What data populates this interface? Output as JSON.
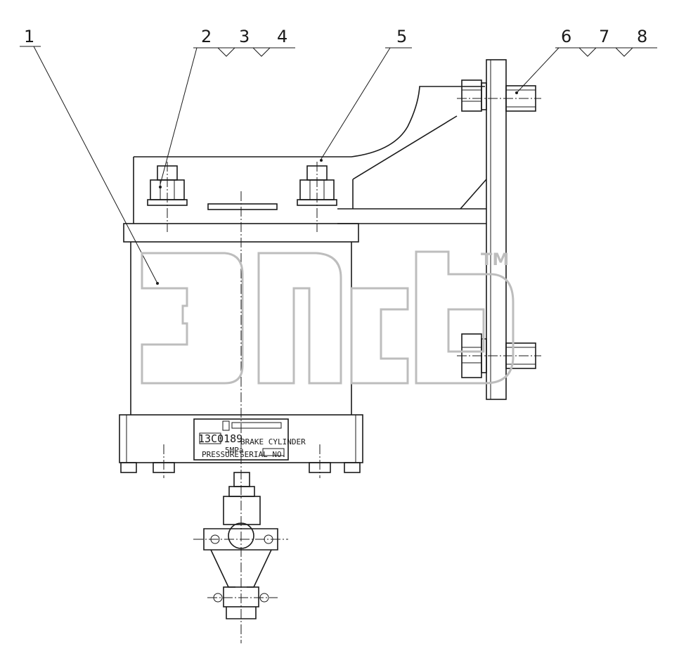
{
  "callouts": {
    "c1": "1",
    "c2": "2",
    "c3": "3",
    "c4": "4",
    "c5": "5",
    "c6": "6",
    "c7": "7",
    "c8": "8"
  },
  "nameplate": {
    "code": "13C0189",
    "title": "BRAKE CYLINDER",
    "pressure_label": "PRESSURE",
    "pressure_value": "5MPa",
    "serial_label": "SERIAL NO."
  },
  "watermark": {
    "trademark": "TM"
  },
  "colors": {
    "line": "#1a1a1a",
    "watermark": "#bdbdbd",
    "background": "#ffffff"
  }
}
